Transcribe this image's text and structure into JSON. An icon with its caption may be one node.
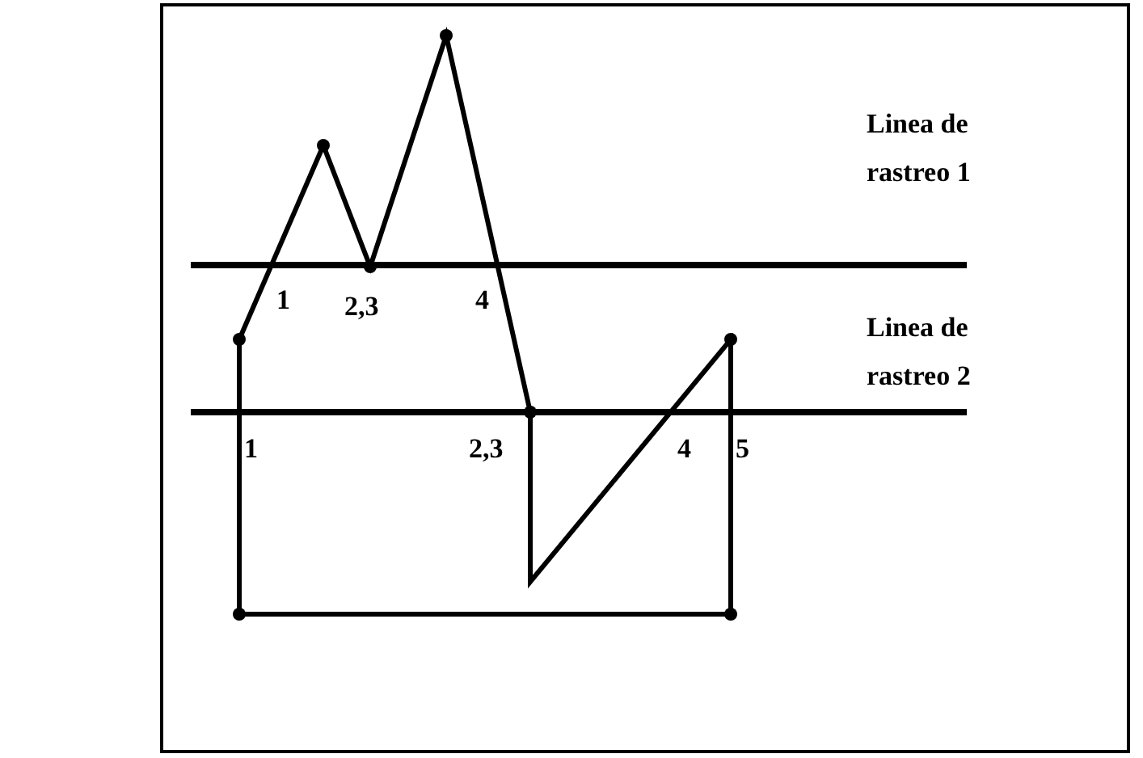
{
  "diagram": {
    "labels": [
      "Linea de rastreo 1",
      "1",
      "2,3",
      "4",
      "Linea de rastreo 2",
      "1",
      "2,3",
      "4",
      "5"
    ]
  }
}
